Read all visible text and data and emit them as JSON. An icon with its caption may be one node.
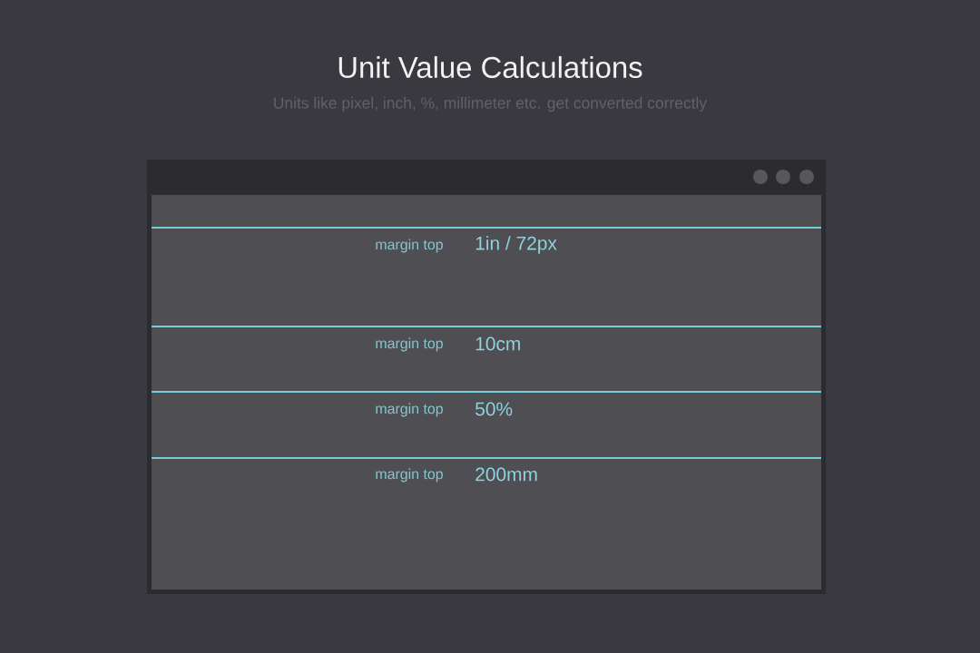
{
  "diagram": {
    "title": "Unit Value Calculations",
    "nodes": [
      {
        "text": [
          "margin top",
          "1in / 72px",
          "margin top",
          "10cm",
          "margin top",
          "50%",
          "margin top",
          "200mm"
        ]
      }
    ],
    "labels": [
      "Units like pixel, inch, %, millimeter etc. get converted correctly"
    ]
  }
}
